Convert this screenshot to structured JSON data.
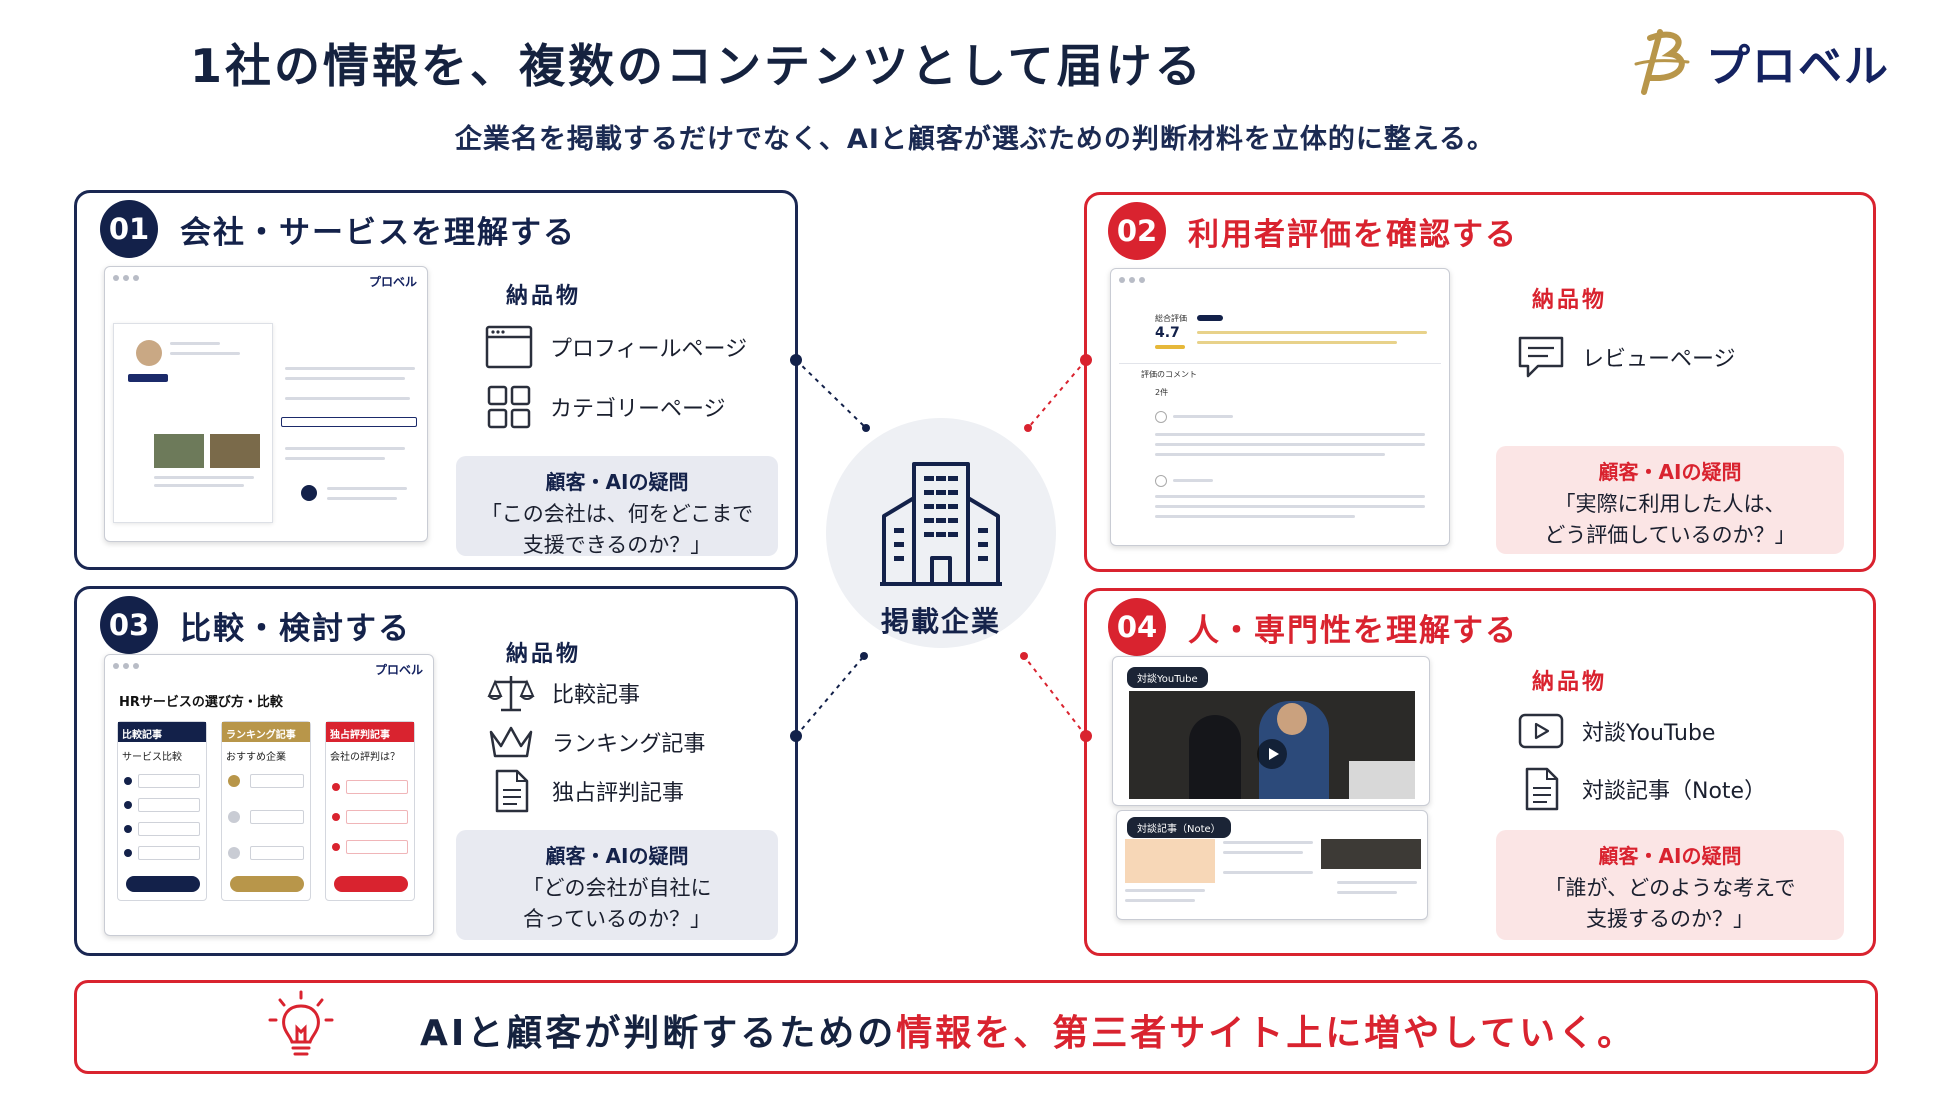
{
  "header": {
    "title": "1社の情報を、複数のコンテンツとして届ける",
    "subtitle": "企業名を掲載するだけでなく、AIと顧客が選ぶための判断材料を立体的に整える。",
    "logo_text": "プロベル"
  },
  "deliverables_label": "納品物",
  "question_label": "顧客・AIの疑問",
  "center": {
    "label": "掲載企業",
    "icon": "building-icon"
  },
  "cards": [
    {
      "num": "01",
      "title": "会社・サービスを理解する",
      "color": "#13214a",
      "items": [
        {
          "icon": "browser-icon",
          "label": "プロフィールページ"
        },
        {
          "icon": "grid-icon",
          "label": "カテゴリーページ"
        }
      ],
      "question": [
        "「この会社は、何をどこまで",
        "支援できるのか？」"
      ],
      "mock": {
        "logo": "プロベル"
      }
    },
    {
      "num": "02",
      "title": "利用者評価を確認する",
      "color": "#d9232f",
      "items": [
        {
          "icon": "chat-icon",
          "label": "レビューページ"
        }
      ],
      "question": [
        "「実際に利用した人は、",
        "どう評価しているのか？」"
      ],
      "mock": {
        "rating_label": "総合評価",
        "rating": "4.7",
        "comment_label": "評価のコメント",
        "count": "2件"
      }
    },
    {
      "num": "03",
      "title": "比較・検討する",
      "color": "#13214a",
      "items": [
        {
          "icon": "scale-icon",
          "label": "比較記事"
        },
        {
          "icon": "crown-icon",
          "label": "ランキング記事"
        },
        {
          "icon": "document-icon",
          "label": "独占評判記事"
        }
      ],
      "question": [
        "「どの会社が自社に",
        "合っているのか？」"
      ],
      "mock": {
        "logo": "プロベル",
        "heading": "HRサービスの選び方・比較",
        "columns": [
          {
            "head": "比較記事",
            "sub": "サービス比較"
          },
          {
            "head": "ランキング記事",
            "sub": "おすすめ企業"
          },
          {
            "head": "独占評判記事",
            "sub": "会社の評判は？"
          }
        ]
      }
    },
    {
      "num": "04",
      "title": "人・専門性を理解する",
      "color": "#d9232f",
      "items": [
        {
          "icon": "play-icon",
          "label": "対談YouTube"
        },
        {
          "icon": "document-icon",
          "label": "対談記事（Note）"
        }
      ],
      "question": [
        "「誰が、どのような考えで",
        "支援するのか？」"
      ],
      "mock": {
        "video_tag": "対談YouTube",
        "note_tag": "対談記事（Note）"
      }
    }
  ],
  "banner": {
    "text_normal": "AIと顧客が判断するための",
    "text_accent": "情報を、第三者サイト上に増やしていく。",
    "icon": "lightbulb-icon"
  },
  "colors": {
    "navy": "#13214a",
    "red": "#d9232f",
    "gold": "#b8964a"
  }
}
